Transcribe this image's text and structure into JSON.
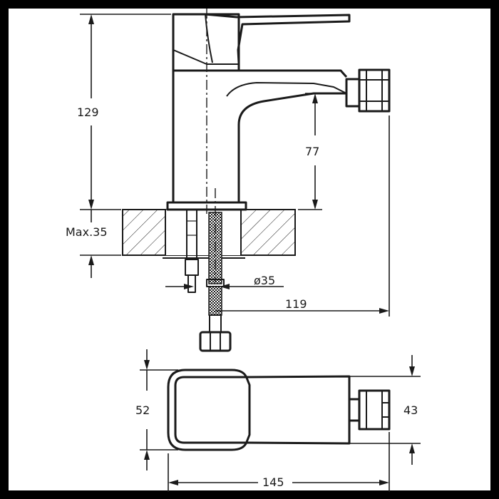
{
  "frame_color": "#000000",
  "background_color": "#ffffff",
  "line_color": "#1a1a1a",
  "dimensions": {
    "height_129": "129",
    "spout_77": "77",
    "max_35": "Max.35",
    "dia_35": "ø35",
    "reach_119": "119",
    "depth_52": "52",
    "depth_43": "43",
    "length_145": "145"
  }
}
